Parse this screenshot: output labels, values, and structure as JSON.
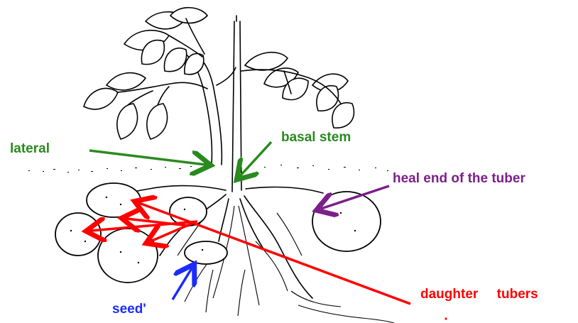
{
  "labels": {
    "lateral": "lateral",
    "basal_stem": "basal stem",
    "heal_end": "heal end of the tuber",
    "daughter_tubers": "daughter     tubers",
    "seed": "seed'"
  },
  "colors": {
    "lateral": "#2a8a1f",
    "basal_stem": "#2a8a1f",
    "heal_end": "#7b1f8a",
    "daughter_tubers": "#ff0000",
    "seed": "#1a2bff",
    "drawing": "#000000"
  }
}
